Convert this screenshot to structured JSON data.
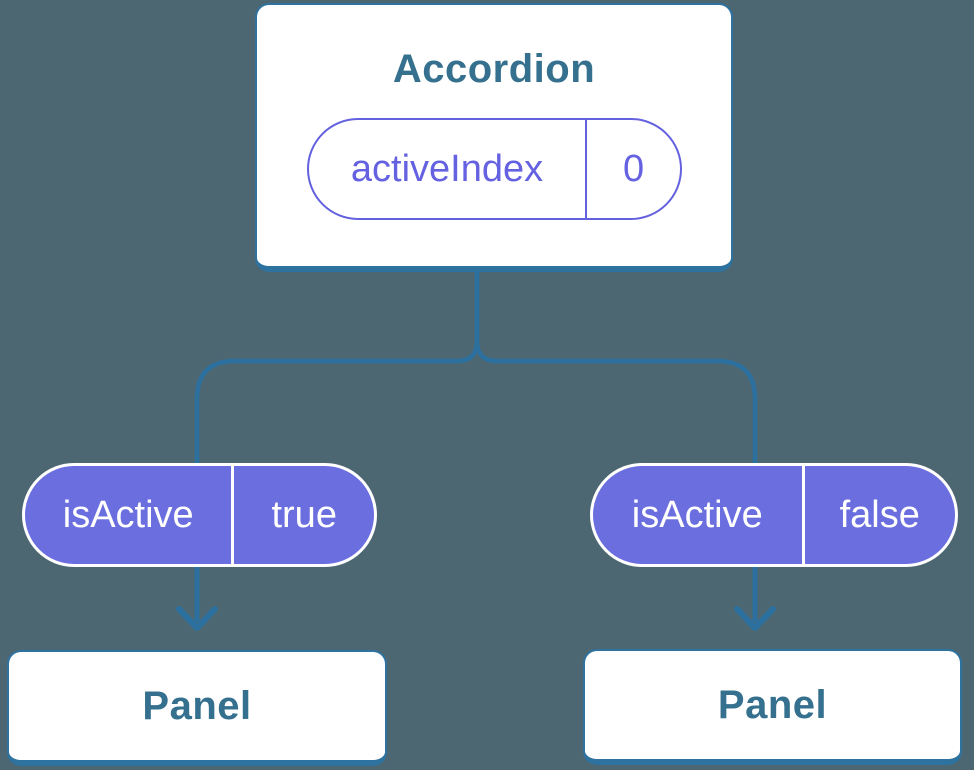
{
  "diagram": {
    "type": "component-state-tree",
    "background_color": "#4C6771",
    "colors": {
      "connector_blue": "#2C70A0",
      "card_border_blue": "#2E72A0",
      "heading_text_blue": "#35708E",
      "purple_outline": "#6461DF",
      "purple_text": "#6562E2",
      "pill_fill_purple": "#6A6EDF",
      "pill_text_white": "#FFFFFF",
      "card_background": "#FFFFFF"
    },
    "root_card": {
      "title": "Accordion",
      "state_pill": {
        "name": "activeIndex",
        "value": "0"
      }
    },
    "children": [
      {
        "prop_pill": {
          "name": "isActive",
          "value": "true"
        },
        "card": {
          "title": "Panel"
        }
      },
      {
        "prop_pill": {
          "name": "isActive",
          "value": "false"
        },
        "card": {
          "title": "Panel"
        }
      }
    ]
  }
}
